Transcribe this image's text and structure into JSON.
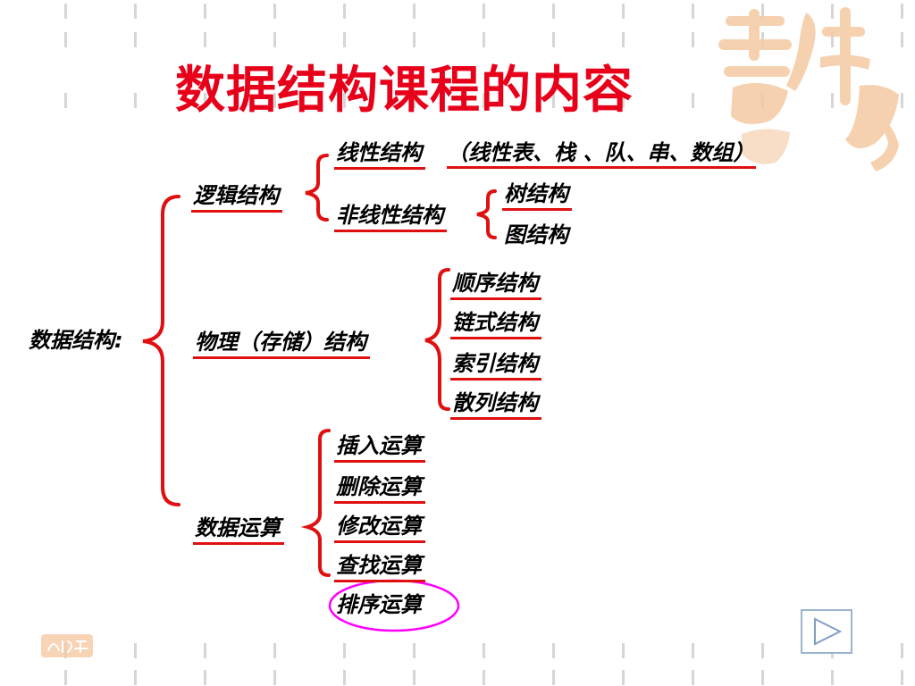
{
  "slide": {
    "title": "数据结构课程的内容",
    "title_color": "#e8001a",
    "accent_color": "#e01010",
    "highlight_color": "#ff00ff",
    "decoration_color": "#f5c9a3"
  },
  "tree": {
    "root": "数据结构:",
    "logical": {
      "label": "逻辑结构",
      "linear": "线性结构",
      "linear_detail": "（线性表、栈    、队、串、数组）",
      "nonlinear": "非线性结构",
      "nonlinear_children": [
        "树结构",
        "图结构"
      ]
    },
    "physical": {
      "label": "物理（存储）结构",
      "children": [
        "顺序结构",
        "链式结构",
        "索引结构",
        "散列结构"
      ]
    },
    "operations": {
      "label": "数据运算",
      "children": [
        "插入运算",
        "删除运算",
        "修改运算",
        "查找运算",
        "排序运算"
      ]
    }
  },
  "icons": {
    "corner_logo": "calligraphy-seal-icon",
    "small_logo": "small-seal-icon",
    "next": "play-next-icon"
  }
}
